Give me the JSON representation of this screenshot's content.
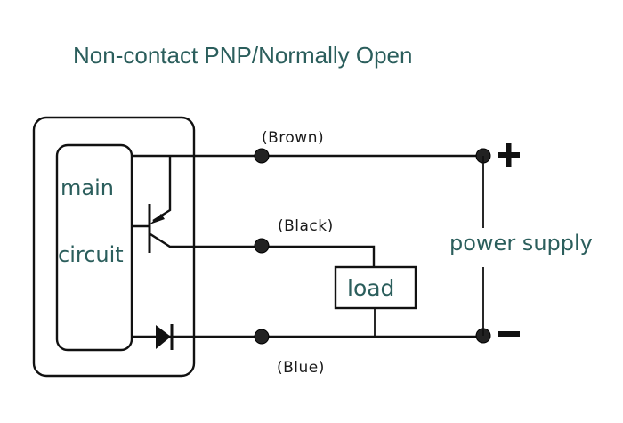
{
  "title": "Non-contact PNP/Normally Open",
  "sensor": {
    "block_label_line1": "main",
    "block_label_line2": "circuit"
  },
  "wires": [
    {
      "label": "(Brown)",
      "role": "positive"
    },
    {
      "label": "(Black)",
      "role": "output"
    },
    {
      "label": "(Blue)",
      "role": "negative"
    }
  ],
  "load_label": "load",
  "power_supply": {
    "label": "power supply",
    "positive_symbol": "+",
    "negative_symbol": "−"
  },
  "colors": {
    "text_accent": "#2b5e5c",
    "line": "#111111"
  }
}
